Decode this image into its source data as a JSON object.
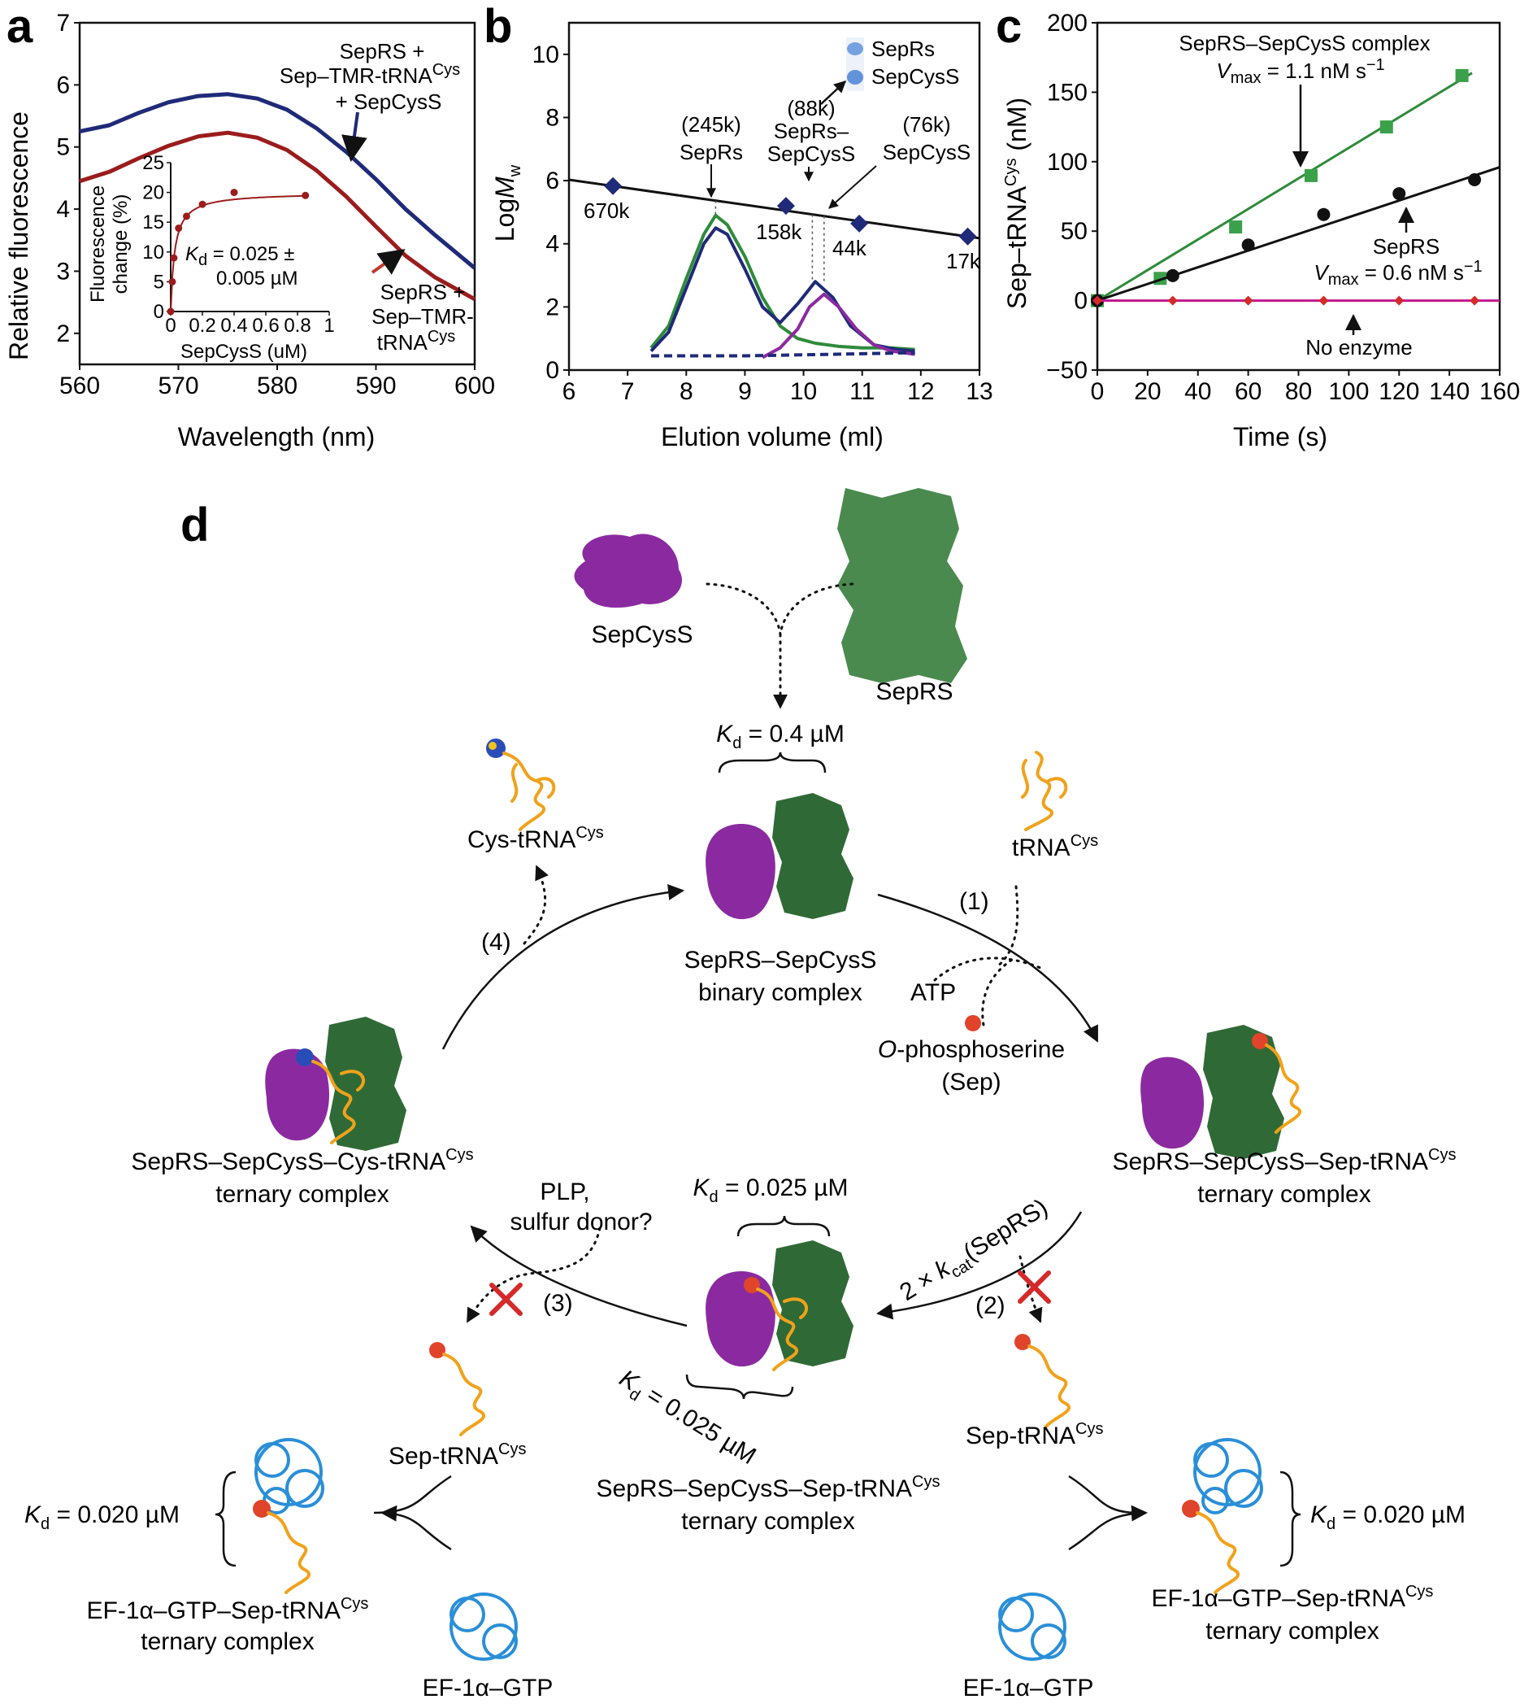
{
  "colors": {
    "navy": "#1f2a78",
    "darkred": "#9b1c1c",
    "green": "#2e8b3a",
    "purple": "#8b2aa0",
    "magenta": "#c0188f",
    "darkgreen": "#2f6a36",
    "blue": "#2a7bd8",
    "orange": "#f0a21b",
    "red": "#d42a2a"
  },
  "panels": {
    "a": {
      "letter": "a",
      "inset": {
        "ylabel_1": "Fluorescence",
        "ylabel_2": "change (%)",
        "xlabel": "SepCysS (uM)",
        "kd_1": "K",
        "kd_sub": "d",
        "kd_2": " = 0.025 ±",
        "kd_3": "0.005 µM"
      },
      "labels": {
        "top_1": "SepRS +",
        "top_2": "Sep–TMR-tRNA",
        "top_2_sup": "Cys",
        "top_3": "+ SepCysS",
        "bot_1": "SepRS +",
        "bot_2": "Sep–TMR-",
        "bot_3": "tRNA",
        "bot_3_sup": "Cys"
      }
    },
    "b": {
      "letter": "b",
      "ylabel_1": "Log",
      "ylabel_2": "M",
      "ylabel_sub": "w",
      "legend_1": "SepRs",
      "legend_2": "SepCysS",
      "peaks": {
        "p1_1": "(245k)",
        "p1_2": "SepRs",
        "p2_1": "(88k)",
        "p2_2": "SepRs–",
        "p2_3": "SepCysS",
        "p3_1": "(76k)",
        "p3_2": "SepCysS"
      },
      "markers": [
        "670k",
        "158k",
        "44k",
        "17k"
      ]
    },
    "c": {
      "letter": "c",
      "ylabel_1": "Sep–tRNA",
      "ylabel_sup": "Cys",
      "ylabel_2": " (nM)",
      "complex_1": "SepRS–SepCysS complex",
      "complex_v": "V",
      "complex_sub": "max",
      "complex_2": " = 1.1 nM s",
      "complex_sup": "−1",
      "seprs_1": "SepRS",
      "seprs_v": "V",
      "seprs_sub": "max",
      "seprs_2": " = 0.6 nM s",
      "seprs_sup": "−1",
      "noenz": "No enzyme"
    },
    "d": {
      "letter": "d",
      "sepcyss": "SepCysS",
      "seprs": "SepRS",
      "kd_top": " = 0.4 µM",
      "kd_mid": " = 0.025 µM",
      "kd_rot": " = 0.025 µM",
      "kd_left": " = 0.020 µM",
      "kd_right": " = 0.020 µM",
      "k": "K",
      "d": "d",
      "cys_trna": "Cys-tRNA",
      "trna": "tRNA",
      "cys": "Cys",
      "binary_1": "SepRS–SepCysS",
      "binary_2": "binary complex",
      "atp": "ATP",
      "ophos_1": "O",
      "ophos_2": "-phosphoserine",
      "ophos_3": "(Sep)",
      "step1": "(1)",
      "step2": "(2)",
      "step3": "(3)",
      "step4": "(4)",
      "tern_left_1": "SepRS–SepCysS–Cys-tRNA",
      "tern_right_1": "SepRS–SepCysS–Sep-tRNA",
      "tern_2": "ternary complex",
      "plp_1": "PLP,",
      "plp_2": "sulfur donor?",
      "kcat_1": "2 × ",
      "kcat_k": "k",
      "kcat_sub": "cat",
      "kcat_2": "(SepRS)",
      "sep_trna": "Sep-tRNA",
      "tern_center_1": "SepRS–SepCysS–Sep-tRNA",
      "ef_1": "EF-1α–GTP–Sep-tRNA",
      "ef_gtp": "EF-1α–GTP"
    }
  },
  "chart_data": [
    {
      "type": "line",
      "panel": "a",
      "xlabel": "Wavelength (nm)",
      "ylabel": "Relative fluorescence",
      "xlim": [
        560,
        600
      ],
      "ylim": [
        1.5,
        7
      ],
      "xticks": [
        560,
        570,
        580,
        590,
        600
      ],
      "yticks": [
        2,
        3,
        4,
        5,
        6,
        7
      ],
      "series": [
        {
          "name": "SepRS + Sep–TMR-tRNACys + SepCysS",
          "color": "#1f2a78",
          "x": [
            560,
            563,
            566,
            569,
            572,
            575,
            578,
            581,
            584,
            587,
            590,
            593,
            596,
            600
          ],
          "y": [
            5.25,
            5.35,
            5.55,
            5.72,
            5.82,
            5.85,
            5.78,
            5.6,
            5.3,
            4.92,
            4.48,
            4.0,
            3.58,
            3.05
          ]
        },
        {
          "name": "SepRS + Sep–TMR-tRNACys",
          "color": "#9b1c1c",
          "x": [
            560,
            563,
            566,
            569,
            572,
            575,
            578,
            581,
            584,
            587,
            590,
            593,
            596,
            600
          ],
          "y": [
            4.45,
            4.6,
            4.82,
            5.02,
            5.17,
            5.23,
            5.15,
            4.95,
            4.62,
            4.2,
            3.72,
            3.25,
            2.9,
            2.55
          ]
        }
      ]
    },
    {
      "type": "scatter",
      "panel": "a-inset",
      "xlabel": "SepCysS (uM)",
      "ylabel": "Fluorescence change (%)",
      "xlim": [
        0,
        1
      ],
      "ylim": [
        0,
        25
      ],
      "xticks": [
        0,
        0.2,
        0.4,
        0.6,
        0.8,
        1
      ],
      "xtick_labels": [
        "0",
        "0.2",
        "0.4",
        "0.6",
        "0.8",
        "1"
      ],
      "yticks": [
        0,
        5,
        10,
        15,
        20,
        25
      ],
      "points": {
        "x": [
          0,
          0.01,
          0.02,
          0.05,
          0.1,
          0.2,
          0.4,
          0.85
        ],
        "y": [
          0,
          5,
          9,
          14,
          16,
          18,
          20,
          19.5
        ]
      },
      "fit": {
        "bmax": 20,
        "kd": 0.025
      }
    },
    {
      "type": "line",
      "panel": "b",
      "xlabel": "Elution volume (ml)",
      "xlim": [
        6,
        13
      ],
      "ylim": [
        0,
        11
      ],
      "xticks": [
        6,
        7,
        8,
        9,
        10,
        11,
        12,
        13
      ],
      "yticks": [
        0,
        2,
        4,
        6,
        8,
        10
      ],
      "calibration": {
        "x": [
          6.75,
          9.7,
          10.95,
          12.8
        ],
        "y": [
          5.83,
          5.2,
          4.64,
          4.23
        ]
      },
      "series": [
        {
          "name": "green",
          "color": "#2e8b3a",
          "x": [
            7.4,
            7.7,
            8.0,
            8.3,
            8.5,
            8.7,
            9.0,
            9.3,
            9.6,
            9.9,
            10.2,
            10.6,
            11.0,
            11.5,
            11.9
          ],
          "y": [
            0.7,
            1.4,
            2.9,
            4.3,
            4.9,
            4.6,
            3.6,
            2.3,
            1.4,
            1.0,
            0.85,
            0.75,
            0.7,
            0.7,
            0.65
          ]
        },
        {
          "name": "navy",
          "color": "#1f2a78",
          "x": [
            7.4,
            7.7,
            8.0,
            8.3,
            8.5,
            8.7,
            9.0,
            9.3,
            9.6,
            9.9,
            10.2,
            10.5,
            10.8,
            11.2,
            11.6,
            11.9
          ],
          "y": [
            0.6,
            1.2,
            2.6,
            4.0,
            4.5,
            4.3,
            3.2,
            2.0,
            1.5,
            2.1,
            2.8,
            2.3,
            1.4,
            0.8,
            0.65,
            0.6
          ]
        },
        {
          "name": "purple",
          "color": "#8b2aa0",
          "x": [
            9.3,
            9.6,
            9.9,
            10.1,
            10.35,
            10.6,
            10.9,
            11.2,
            11.5,
            11.9
          ],
          "y": [
            0.4,
            0.7,
            1.3,
            2.0,
            2.4,
            2.0,
            1.3,
            0.8,
            0.6,
            0.5
          ]
        },
        {
          "name": "dashed",
          "color": "#1f2a78",
          "dashed": true,
          "x": [
            7.4,
            9.0,
            10.5,
            11.9
          ],
          "y": [
            0.45,
            0.45,
            0.5,
            0.55
          ]
        }
      ]
    },
    {
      "type": "scatter",
      "panel": "c",
      "xlabel": "Time (s)",
      "xlim": [
        0,
        160
      ],
      "ylim": [
        -50,
        200
      ],
      "xticks": [
        0,
        20,
        40,
        60,
        80,
        100,
        120,
        140,
        160
      ],
      "yticks": [
        -50,
        0,
        50,
        100,
        150,
        200
      ],
      "series": [
        {
          "name": "SepRS–SepCysS complex",
          "color": "#2e8b3a",
          "marker": "square",
          "x": [
            0,
            25,
            55,
            85,
            115,
            145
          ],
          "y": [
            0,
            16,
            53,
            90,
            125,
            162
          ],
          "fit": [
            1.1,
            0
          ]
        },
        {
          "name": "SepRS",
          "color": "#111111",
          "marker": "circle",
          "x": [
            0,
            30,
            60,
            90,
            120,
            150
          ],
          "y": [
            0,
            18,
            40,
            62,
            77,
            87
          ],
          "fit": [
            0.6,
            0
          ]
        },
        {
          "name": "No enzyme",
          "color": "#c0188f",
          "marker": "diamond",
          "x": [
            0,
            30,
            60,
            90,
            120,
            150
          ],
          "y": [
            0,
            0,
            0,
            0,
            0,
            0
          ],
          "fit": [
            0,
            0
          ]
        }
      ]
    }
  ]
}
